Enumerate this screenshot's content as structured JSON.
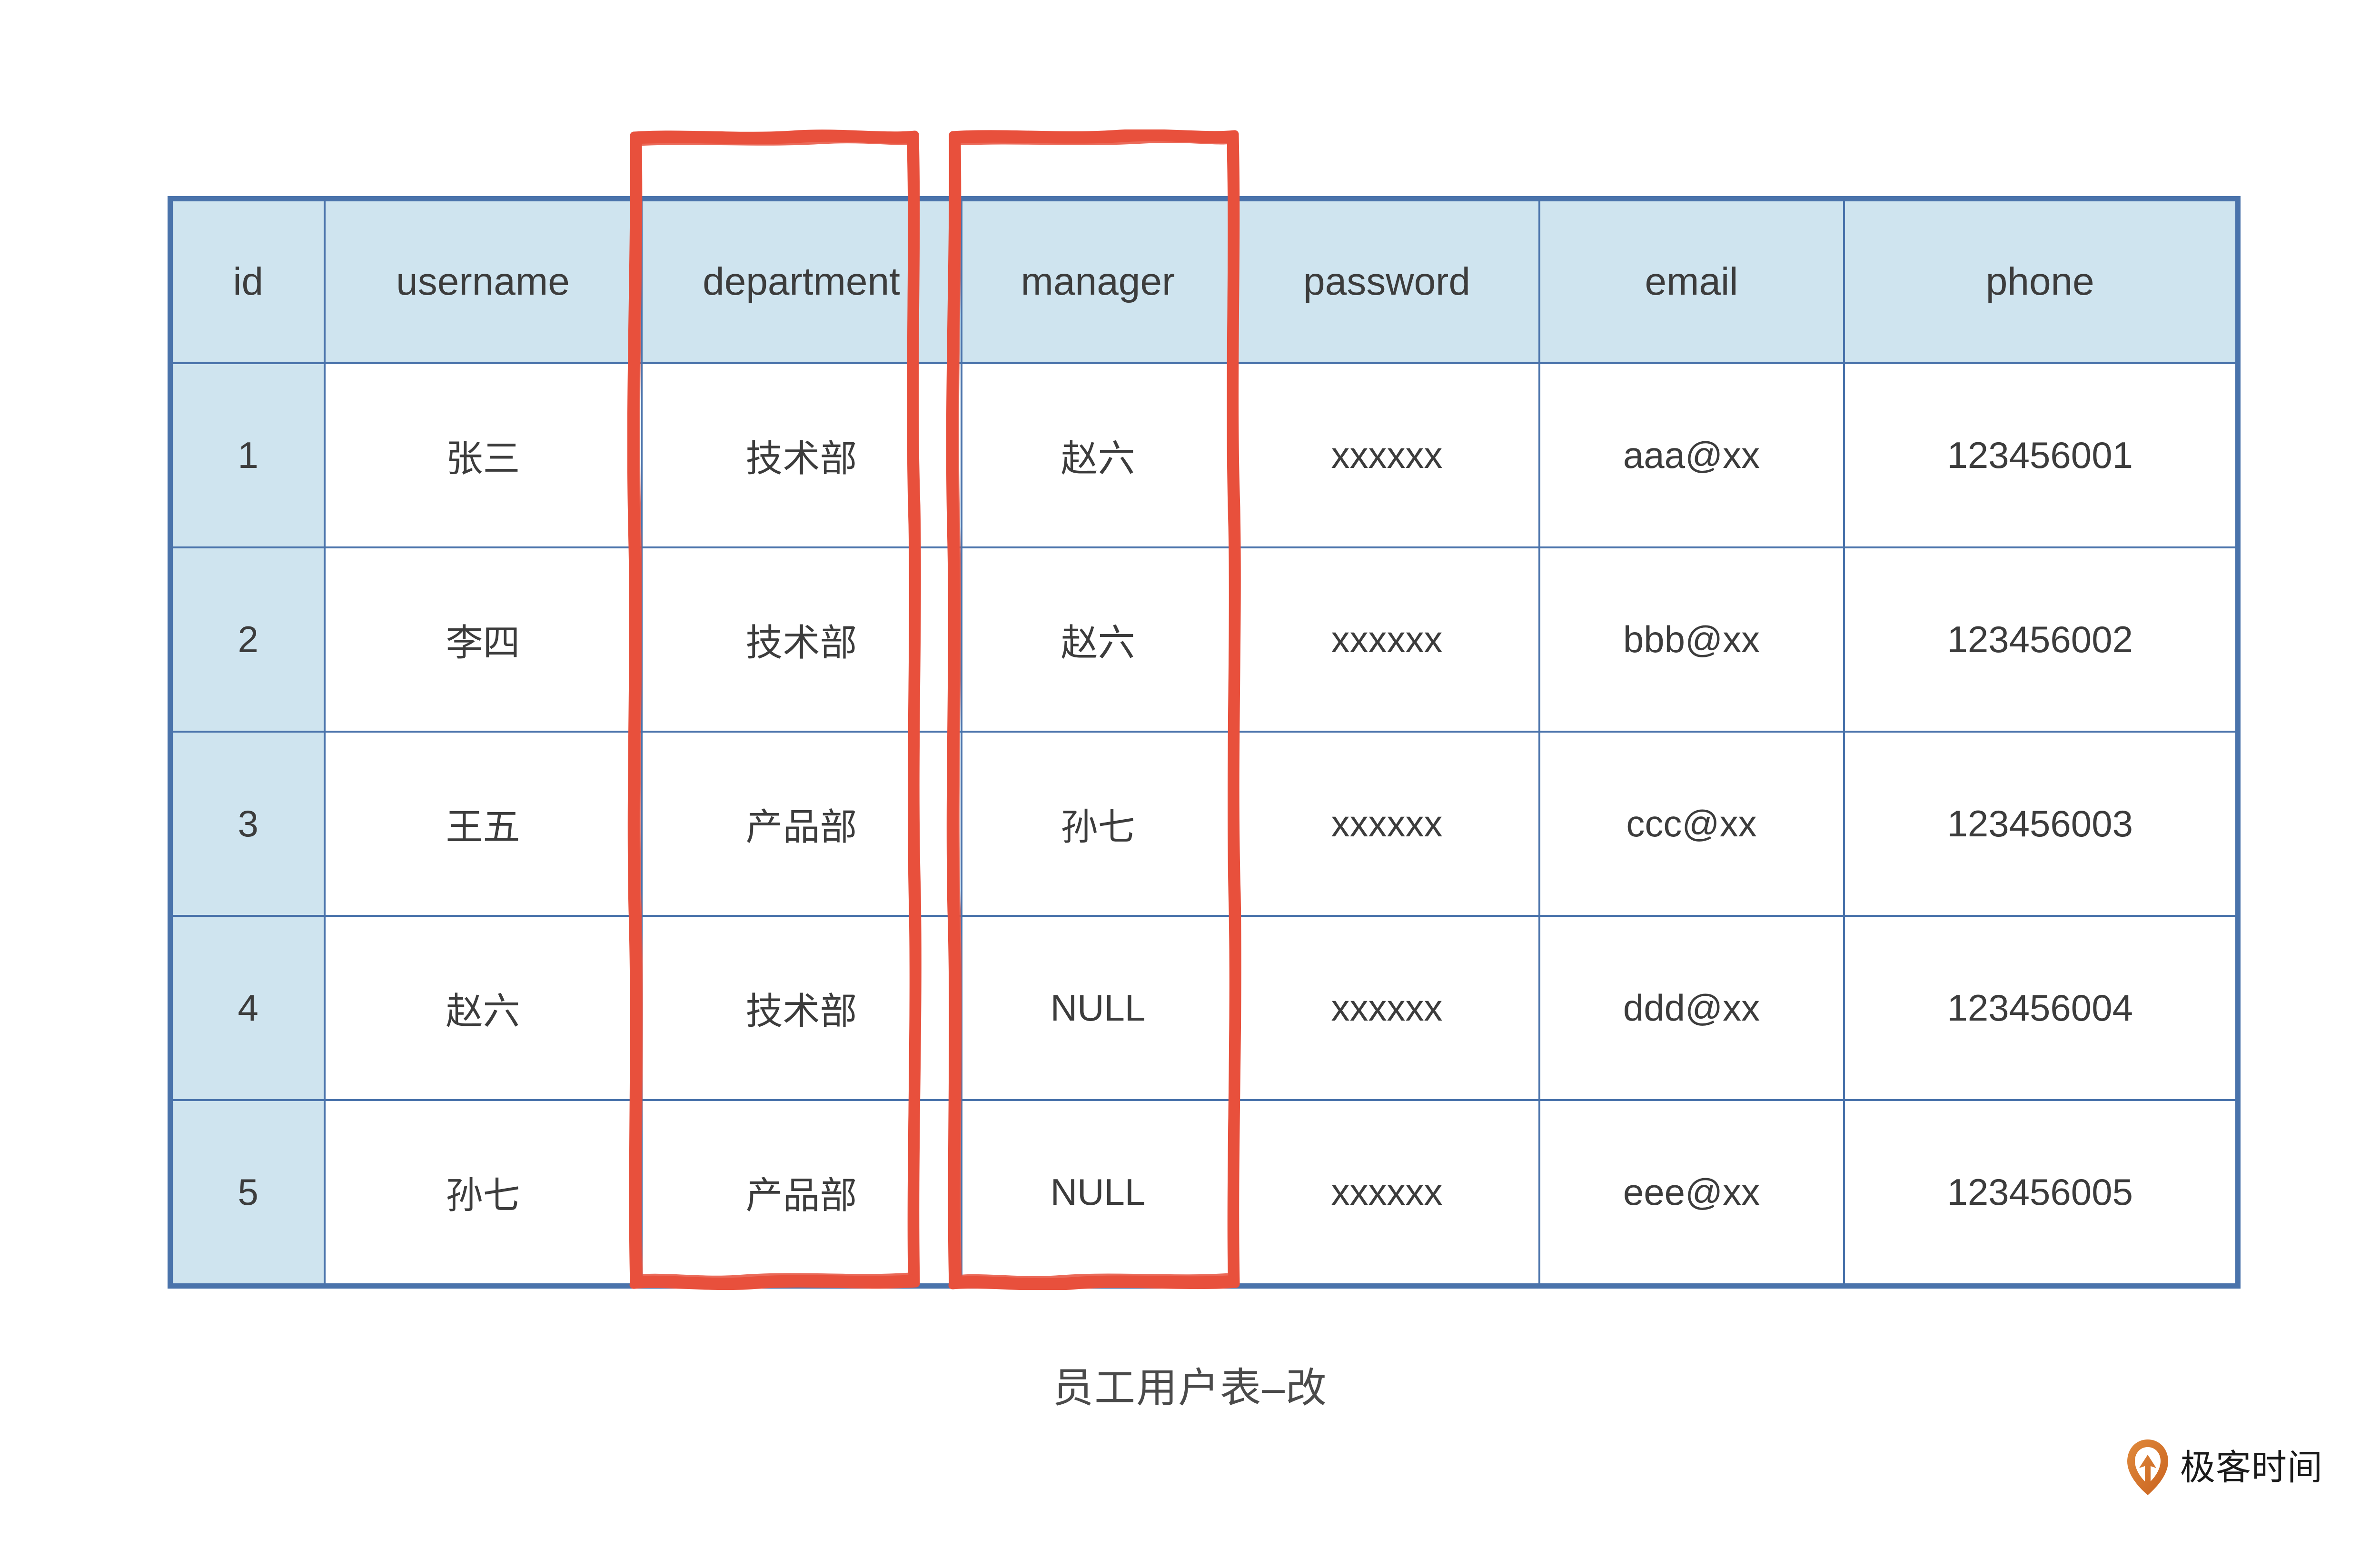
{
  "table": {
    "columns": [
      {
        "key": "id",
        "label": "id"
      },
      {
        "key": "username",
        "label": "username"
      },
      {
        "key": "department",
        "label": "department"
      },
      {
        "key": "manager",
        "label": "manager"
      },
      {
        "key": "password",
        "label": "password"
      },
      {
        "key": "email",
        "label": "email"
      },
      {
        "key": "phone",
        "label": "phone"
      }
    ],
    "rows": [
      {
        "id": "1",
        "username": "张三",
        "department": "技术部",
        "manager": "赵六",
        "password": "xxxxxx",
        "email": "aaa@xx",
        "phone": "123456001"
      },
      {
        "id": "2",
        "username": "李四",
        "department": "技术部",
        "manager": "赵六",
        "password": "xxxxxx",
        "email": "bbb@xx",
        "phone": "123456002"
      },
      {
        "id": "3",
        "username": "王五",
        "department": "产品部",
        "manager": "孙七",
        "password": "xxxxxx",
        "email": "ccc@xx",
        "phone": "123456003"
      },
      {
        "id": "4",
        "username": "赵六",
        "department": "技术部",
        "manager": "NULL",
        "password": "xxxxxx",
        "email": "ddd@xx",
        "phone": "123456004"
      },
      {
        "id": "5",
        "username": "孙七",
        "department": "产品部",
        "manager": "NULL",
        "password": "xxxxxx",
        "email": "eee@xx",
        "phone": "123456005"
      }
    ]
  },
  "annotations": [
    {
      "name": "department-highlight",
      "target": "department"
    },
    {
      "name": "manager-highlight",
      "target": "manager"
    }
  ],
  "caption": "员工用户表–改",
  "logo": {
    "text": "极客时间",
    "mark": "pin-icon"
  },
  "colors": {
    "header_fill": "#cfe4ef",
    "grid_border": "#4a73ab",
    "annotation_red": "#e8503c",
    "text": "#3c3c3c",
    "caption_text": "#4a4a4a",
    "logo_orange": "#d9732b",
    "row_fill": "#ffffff"
  }
}
